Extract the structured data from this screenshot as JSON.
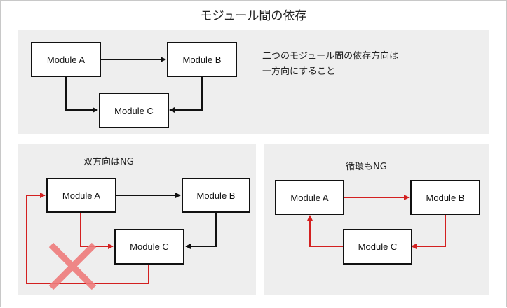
{
  "title": "モジュール間の依存",
  "colors": {
    "black": "#111111",
    "red": "#d32020",
    "cross": "#ee7b7b",
    "panel": "#eeeeee"
  },
  "top_panel": {
    "note_line1": "二つのモジュール間の依存方向は",
    "note_line2": "一方向にすること",
    "modules": {
      "a": "Module A",
      "b": "Module B",
      "c": "Module C"
    }
  },
  "left_panel": {
    "caption": "双方向はNG",
    "modules": {
      "a": "Module A",
      "b": "Module B",
      "c": "Module C"
    }
  },
  "right_panel": {
    "caption": "循環もNG",
    "modules": {
      "a": "Module A",
      "b": "Module B",
      "c": "Module C"
    }
  }
}
